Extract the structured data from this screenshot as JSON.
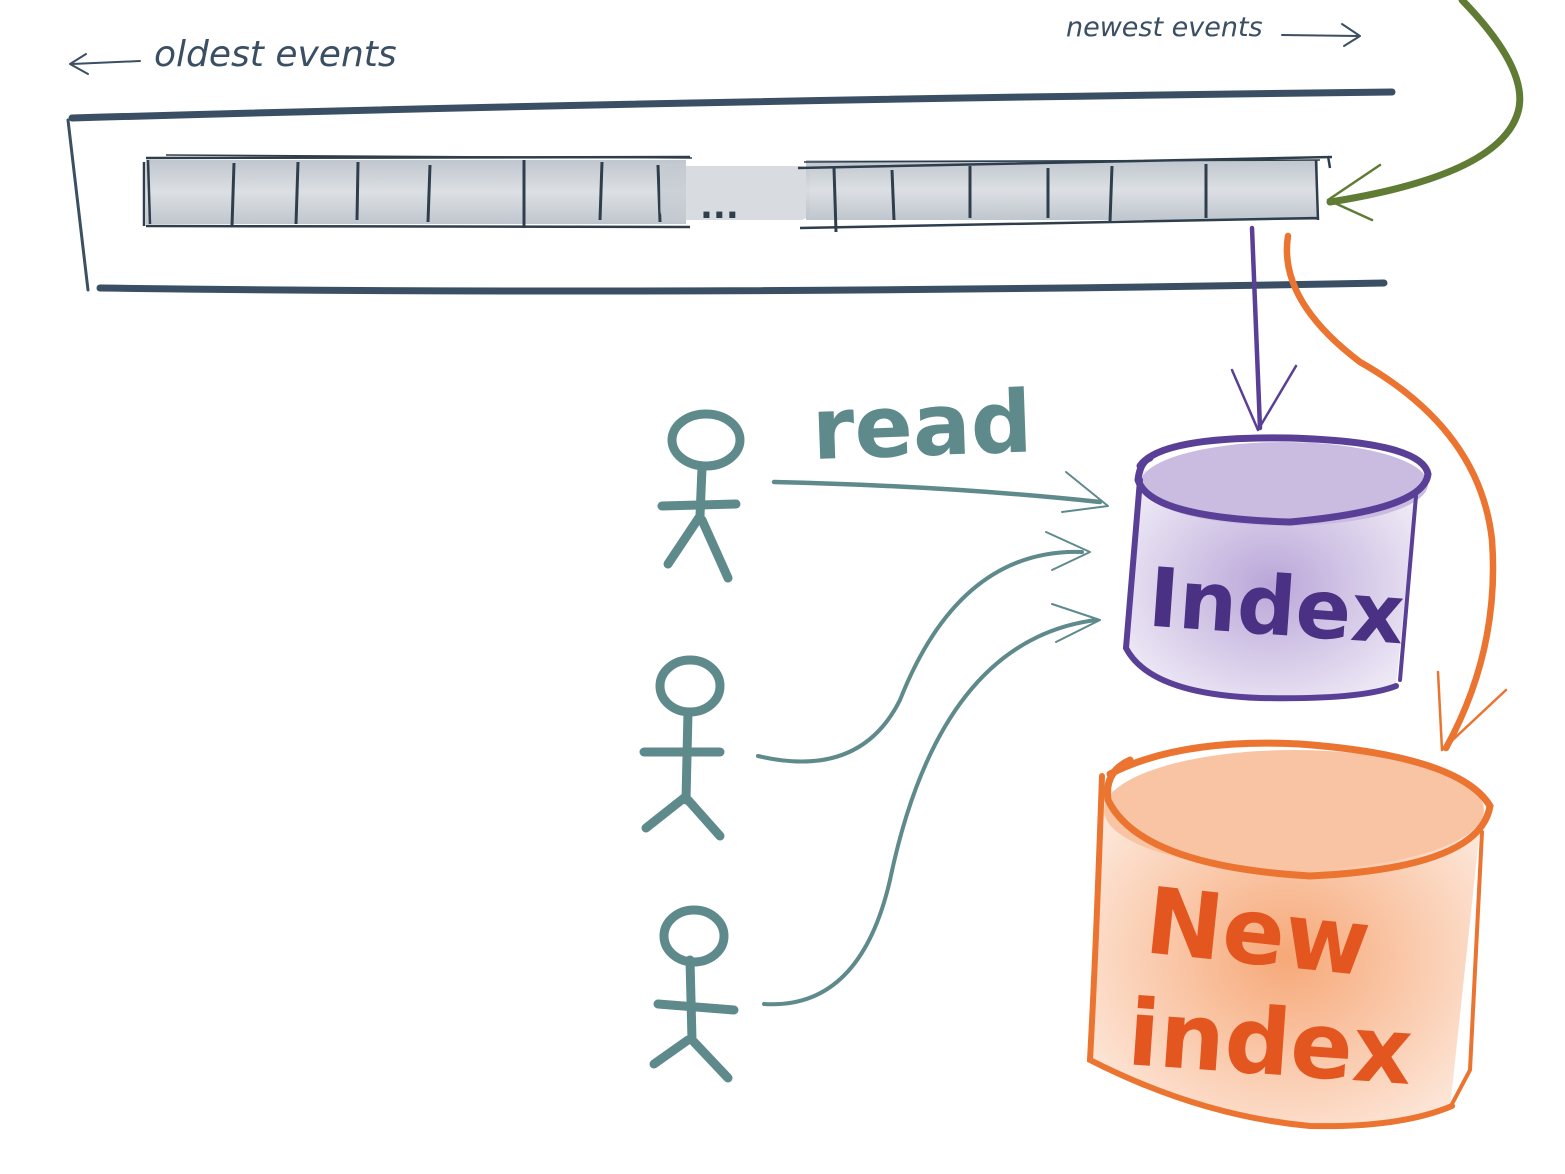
{
  "labels": {
    "oldest_events": "oldest events",
    "newest_events": "newest events",
    "ellipsis": "...",
    "read": "read",
    "index": "Index",
    "new_index_line1": "New",
    "new_index_line2": "index"
  },
  "colors": {
    "ink_dark": "#3a4f63",
    "cell_fill": "#c7ccd2",
    "teal": "#5e8a8b",
    "purple": "#5a3f96",
    "purple_fill": "#d9cfe8",
    "orange": "#ea7430",
    "orange_fill": "#fbd5bf",
    "green": "#5f7b34"
  },
  "icons": [
    "stick-figure-icon",
    "database-cylinder-icon"
  ]
}
